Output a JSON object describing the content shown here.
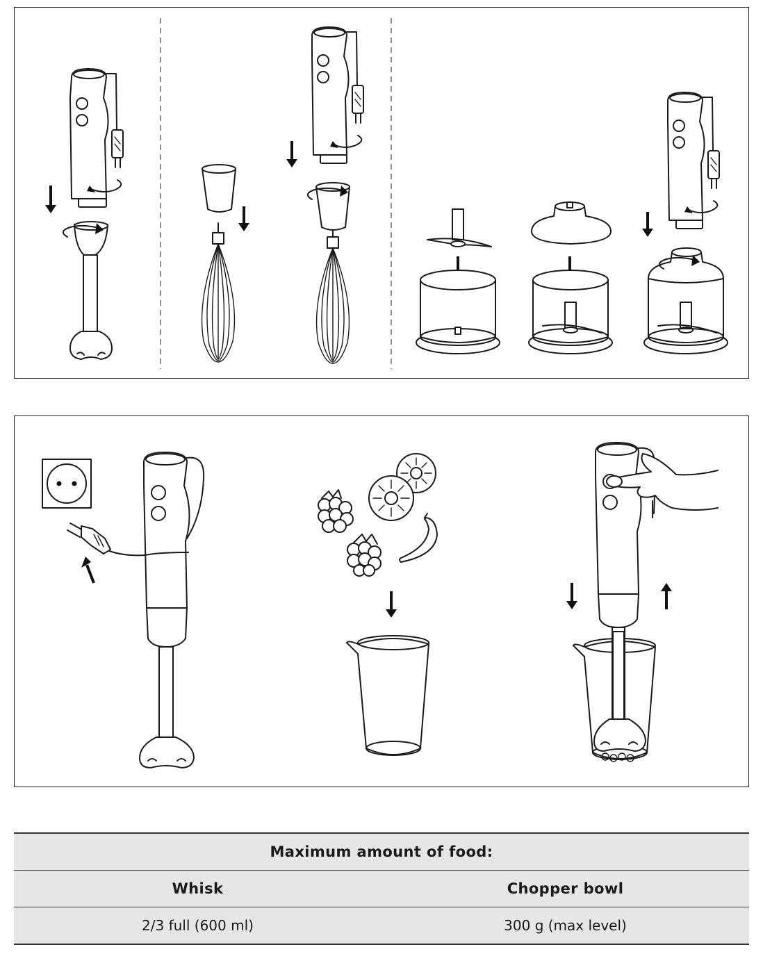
{
  "illustrations": {
    "assembly_panel": {
      "steps": [
        "attach-blender-shaft",
        "attach-whisk",
        "attach-chopper"
      ],
      "icons": [
        "hand-blender-motor-unit-icon",
        "blender-shaft-icon",
        "whisk-icon",
        "whisk-adapter-icon",
        "chopper-blade-icon",
        "chopper-bowl-icon",
        "chopper-lid-icon",
        "twist-arrow-icon",
        "down-arrow-icon"
      ]
    },
    "usage_panel": {
      "steps": [
        "plug-in",
        "add-food",
        "blend"
      ],
      "icons": [
        "wall-socket-icon",
        "plug-icon",
        "hand-blender-icon",
        "raspberry-icon",
        "kiwi-slice-icon",
        "banana-icon",
        "measuring-beaker-icon",
        "hand-icon",
        "up-arrow-icon",
        "down-arrow-icon"
      ]
    }
  },
  "table": {
    "title": "Maximum amount of food:",
    "columns": [
      "Whisk",
      "Chopper bowl"
    ],
    "values": [
      "2/3 full (600 ml)",
      "300 g (max level)"
    ]
  }
}
